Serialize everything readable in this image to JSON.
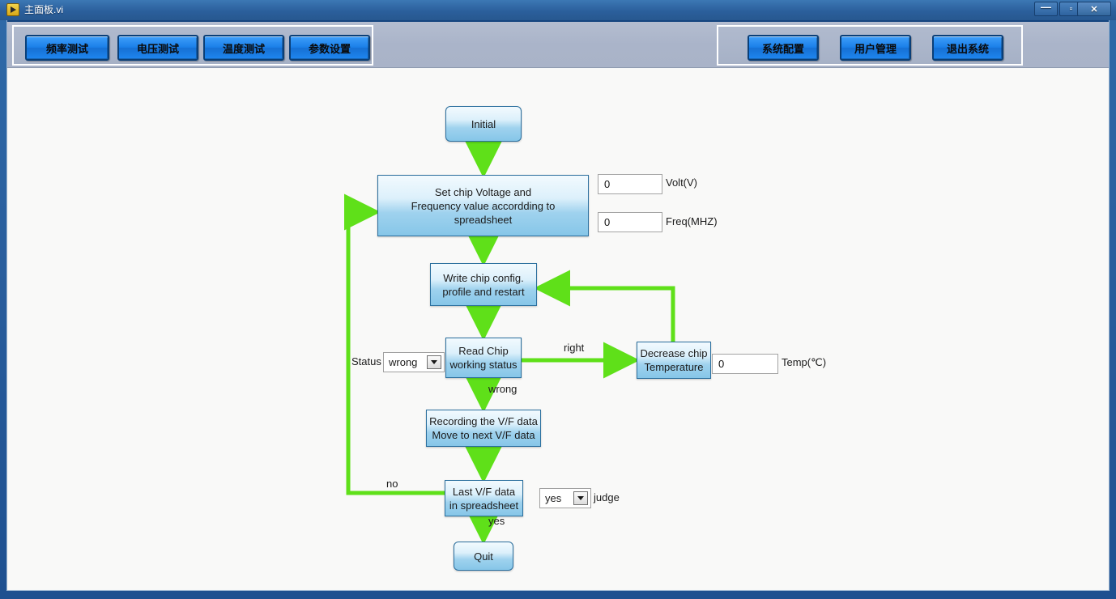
{
  "window": {
    "title": "主面板.vi",
    "icon": "labview-icon",
    "controls": {
      "minimize": "—",
      "maximize": "▫",
      "close": "✕"
    }
  },
  "toolbar": {
    "left_group": [
      {
        "label": "频率测试",
        "name": "frequency-test-button"
      },
      {
        "label": "电压测试",
        "name": "voltage-test-button"
      },
      {
        "label": "温度测试",
        "name": "temperature-test-button"
      },
      {
        "label": "参数设置",
        "name": "parameter-settings-button"
      }
    ],
    "right_group": [
      {
        "label": "系统配置",
        "name": "system-config-button"
      },
      {
        "label": "用户管理",
        "name": "user-management-button"
      },
      {
        "label": "退出系统",
        "name": "exit-system-button"
      }
    ]
  },
  "flowchart": {
    "nodes": {
      "initial": "Initial",
      "set_chip": "Set chip Voltage and\nFrequency value accordding to\nspreadsheet",
      "set_chip_line1": "Set chip Voltage and",
      "set_chip_line2": "Frequency value accordding to",
      "set_chip_line3": "spreadsheet",
      "write_line1": "Write chip config.",
      "write_line2": "profile and restart",
      "read_line1": "Read Chip",
      "read_line2": "working status",
      "decrease_line1": "Decrease chip",
      "decrease_line2": "Temperature",
      "recording_line1": "Recording the V/F data",
      "recording_line2": "Move to next V/F data",
      "last_line1": "Last V/F data",
      "last_line2": "in spreadsheet",
      "quit": "Quit"
    },
    "edge_labels": {
      "right": "right",
      "wrong": "wrong",
      "no": "no",
      "yes": "yes"
    },
    "arrow_color": "#5fe019"
  },
  "fields": {
    "volt": {
      "value": "0",
      "label": "Volt(V)"
    },
    "freq": {
      "value": "0",
      "label": "Freq(MHZ)"
    },
    "temp": {
      "value": "0",
      "label": "Temp(℃)"
    }
  },
  "dropdowns": {
    "status": {
      "label": "Status",
      "value": "wrong"
    },
    "judge": {
      "label": "judge",
      "value": "yes"
    }
  },
  "colors": {
    "node_border": "#2b6f9e",
    "node_fill_top": "#f2fafe",
    "node_fill_bottom": "#86c6e8",
    "button_blue": "#1a7fe8",
    "toolbar_bg": "#aab4c9",
    "canvas_bg": "#f9f9f8",
    "title_bg": "#2b5f9c"
  }
}
